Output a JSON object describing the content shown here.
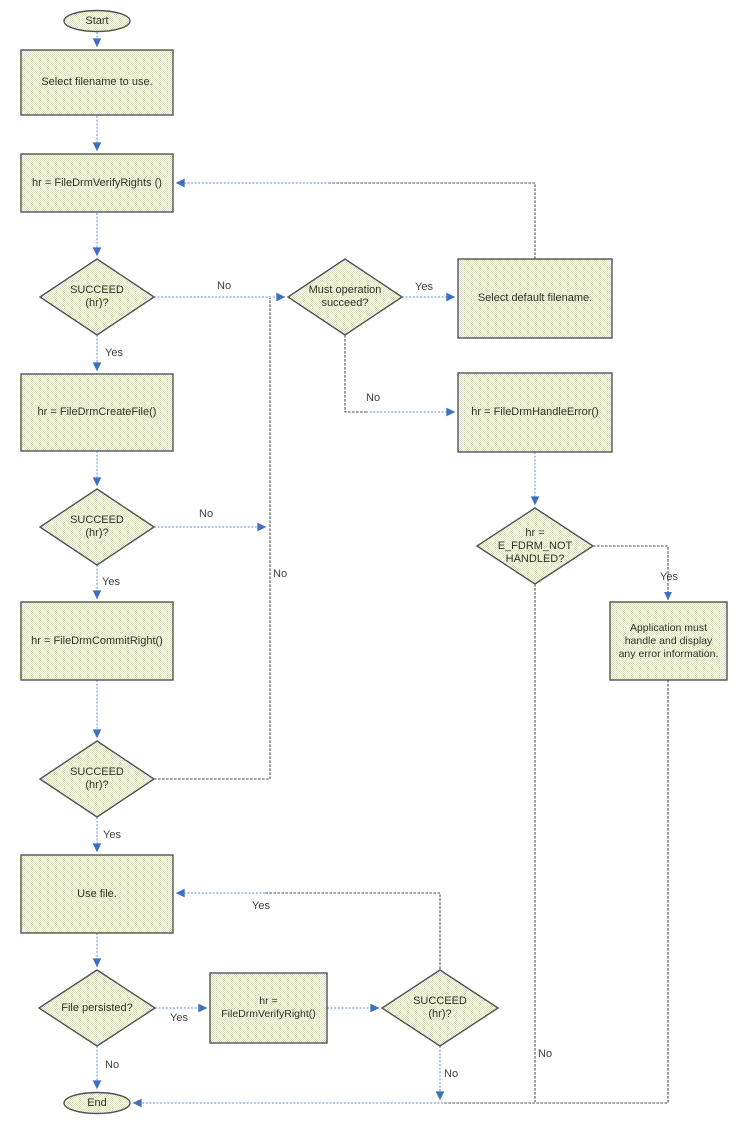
{
  "diagram_type": "flowchart",
  "colors": {
    "background": "#ffffff",
    "box_fill_dot": "#d9e0c0",
    "box_border": "#4f5355",
    "arrow_blue": "#7aa4e0",
    "arrow_head": "#3f6fc2",
    "line_dark": "#4d4d4d",
    "text": "#2e2e2e"
  },
  "nodes": {
    "start": "Start",
    "select_filename": "Select filename to use.",
    "verify_rights": "hr = FileDrmVerifyRights ()",
    "succeed_1": "SUCCEED\n(hr)?",
    "create_file": "hr = FileDrmCreateFile()",
    "succeed_2": "SUCCEED\n(hr)?",
    "commit_right": "hr = FileDrmCommitRight()",
    "succeed_3": "SUCCEED\n(hr)?",
    "use_file": "Use file.",
    "file_persisted": "File persisted?",
    "verify_right_2": "hr =\nFileDrmVerifyRight()",
    "succeed_4": "SUCCEED\n(hr)?",
    "must_operation_succeed": "Must operation\nsucceed?",
    "select_default_filename": "Select default filename.",
    "handle_error": "hr = FileDrmHandleError()",
    "e_fdrm_not_handled": "hr =\nE_FDRM_NOT\nHANDLED?",
    "application_handle_error": "Application must\nhandle and display\nany error information.",
    "end": "End"
  },
  "edge_labels": {
    "succeed1_no": "No",
    "succeed1_yes": "Yes",
    "succeed2_no": "No",
    "succeed2_yes": "Yes",
    "succeed3_no": "No",
    "succeed3_yes": "Yes",
    "must_op_yes": "Yes",
    "must_op_no": "No",
    "efdrm_yes": "Yes",
    "efdrm_no": "No",
    "usefile_return_yes": "Yes",
    "file_persisted_yes": "Yes",
    "file_persisted_no": "No",
    "succeed4_no": "No"
  }
}
